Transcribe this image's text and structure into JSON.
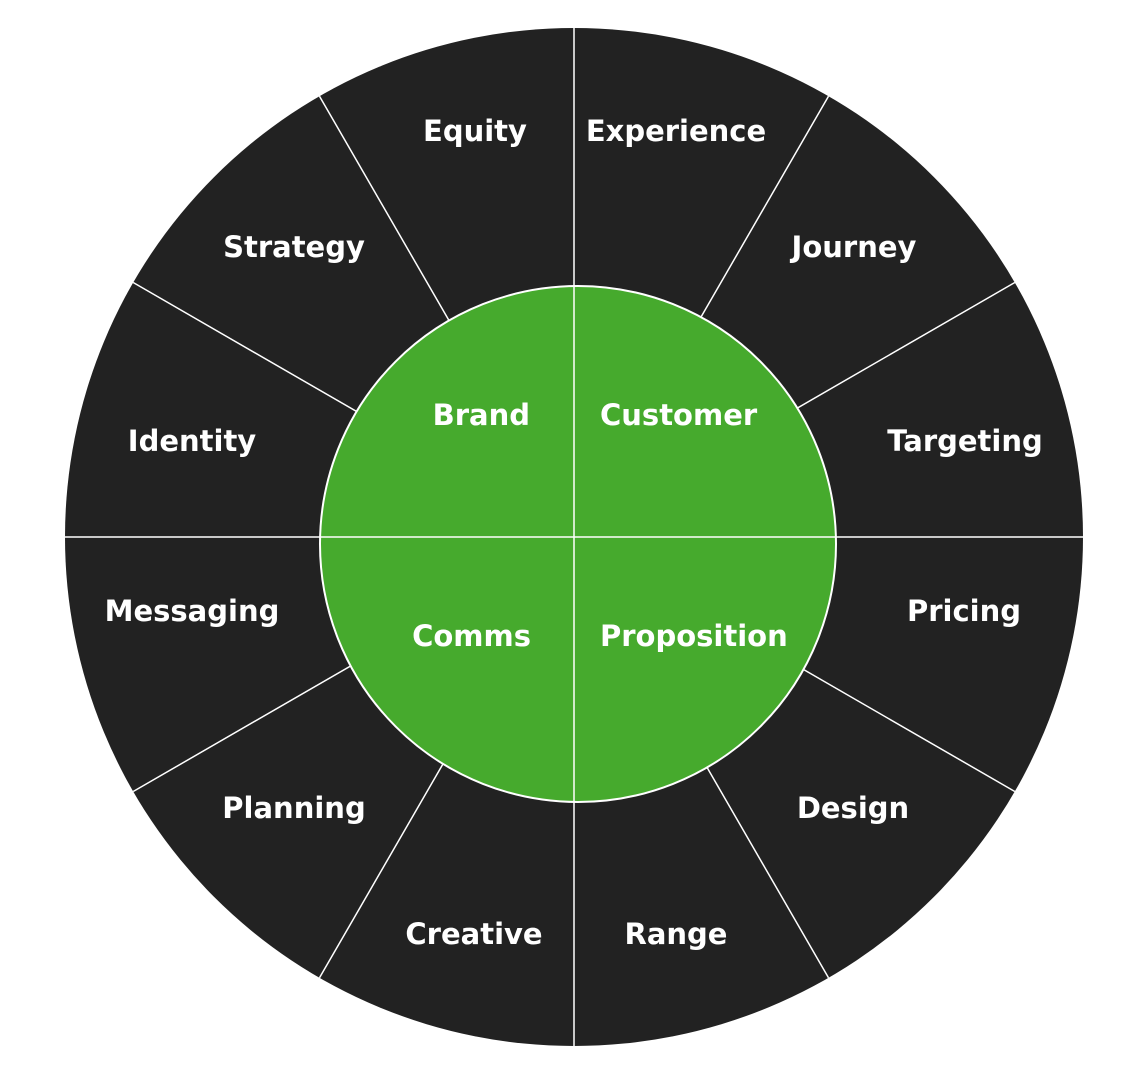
{
  "colors": {
    "outer_ring": "#222222",
    "inner_circle": "#46aa2d",
    "divider": "#ffffff",
    "label_text": "#ffffff",
    "background": "#ffffff"
  },
  "inner": {
    "brand": "Brand",
    "customer": "Customer",
    "comms": "Comms",
    "proposition": "Proposition"
  },
  "outer": {
    "equity": "Equity",
    "experience": "Experience",
    "journey": "Journey",
    "targeting": "Targeting",
    "pricing": "Pricing",
    "design": "Design",
    "range": "Range",
    "creative": "Creative",
    "planning": "Planning",
    "messaging": "Messaging",
    "identity": "Identity",
    "strategy": "Strategy"
  }
}
